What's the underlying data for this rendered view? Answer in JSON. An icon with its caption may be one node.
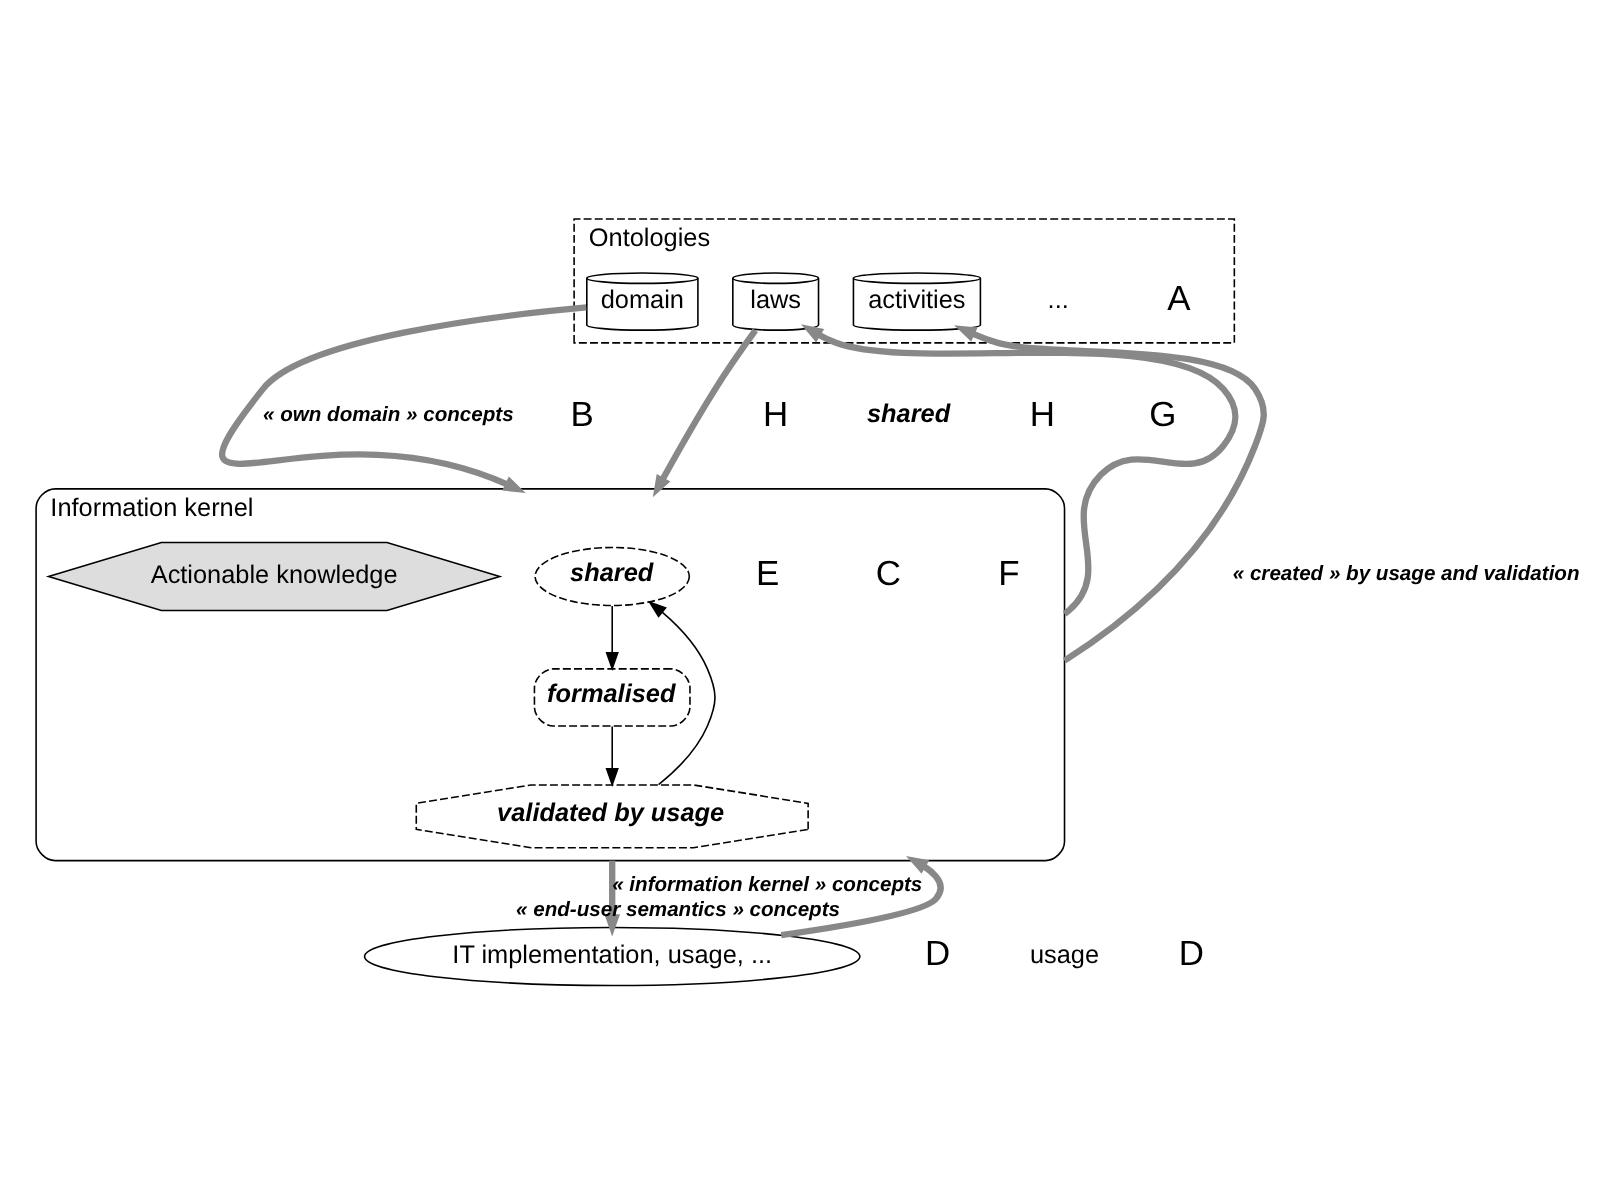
{
  "diagram": {
    "nodes": [
      {
        "text": [
          "Ontologies"
        ]
      },
      {
        "text": [
          "domain"
        ],
        "in": 0
      },
      {
        "text": [
          "laws"
        ],
        "in": 0
      },
      {
        "text": [
          "activities"
        ],
        "in": 0
      },
      {
        "text": [
          "Information kernel"
        ]
      },
      {
        "text": [
          "shared"
        ],
        "in": 4
      },
      {
        "text": [
          "Actionable knowledge"
        ],
        "in": 4
      },
      {
        "text": [
          "validated by usage"
        ],
        "in": 4
      },
      {
        "text": [
          "formalised"
        ],
        "in": 4
      },
      {
        "text": [
          "IT implementation, usage, ..."
        ]
      }
    ],
    "edges": [
      {
        "from": 1,
        "to": 4,
        "arrow": "to",
        "label": "« own domain » concepts"
      },
      {
        "from": 2,
        "to": 4,
        "arrow": "to"
      },
      {
        "from": 4,
        "to": 2,
        "arrow": "to"
      },
      {
        "from": 4,
        "to": 3,
        "arrow": "to",
        "label": "« created » by usage and validation"
      },
      {
        "from": 5,
        "to": 8,
        "arrow": "to",
        "color": "#000000"
      },
      {
        "from": 8,
        "to": 7,
        "arrow": "to",
        "color": "#000000"
      },
      {
        "from": 7,
        "to": 5,
        "arrow": "to",
        "color": "#000000"
      },
      {
        "from": 4,
        "to": 9,
        "arrow": "to",
        "label": "« information kernel » concepts"
      },
      {
        "from": 9,
        "to": 4,
        "arrow": "to",
        "label": "« end-user semantics » concepts"
      }
    ],
    "labels": [
      "A",
      "...",
      "H",
      "shared",
      "H",
      "B",
      "G",
      "F",
      "C",
      "E",
      "D",
      "usage",
      "D"
    ]
  }
}
